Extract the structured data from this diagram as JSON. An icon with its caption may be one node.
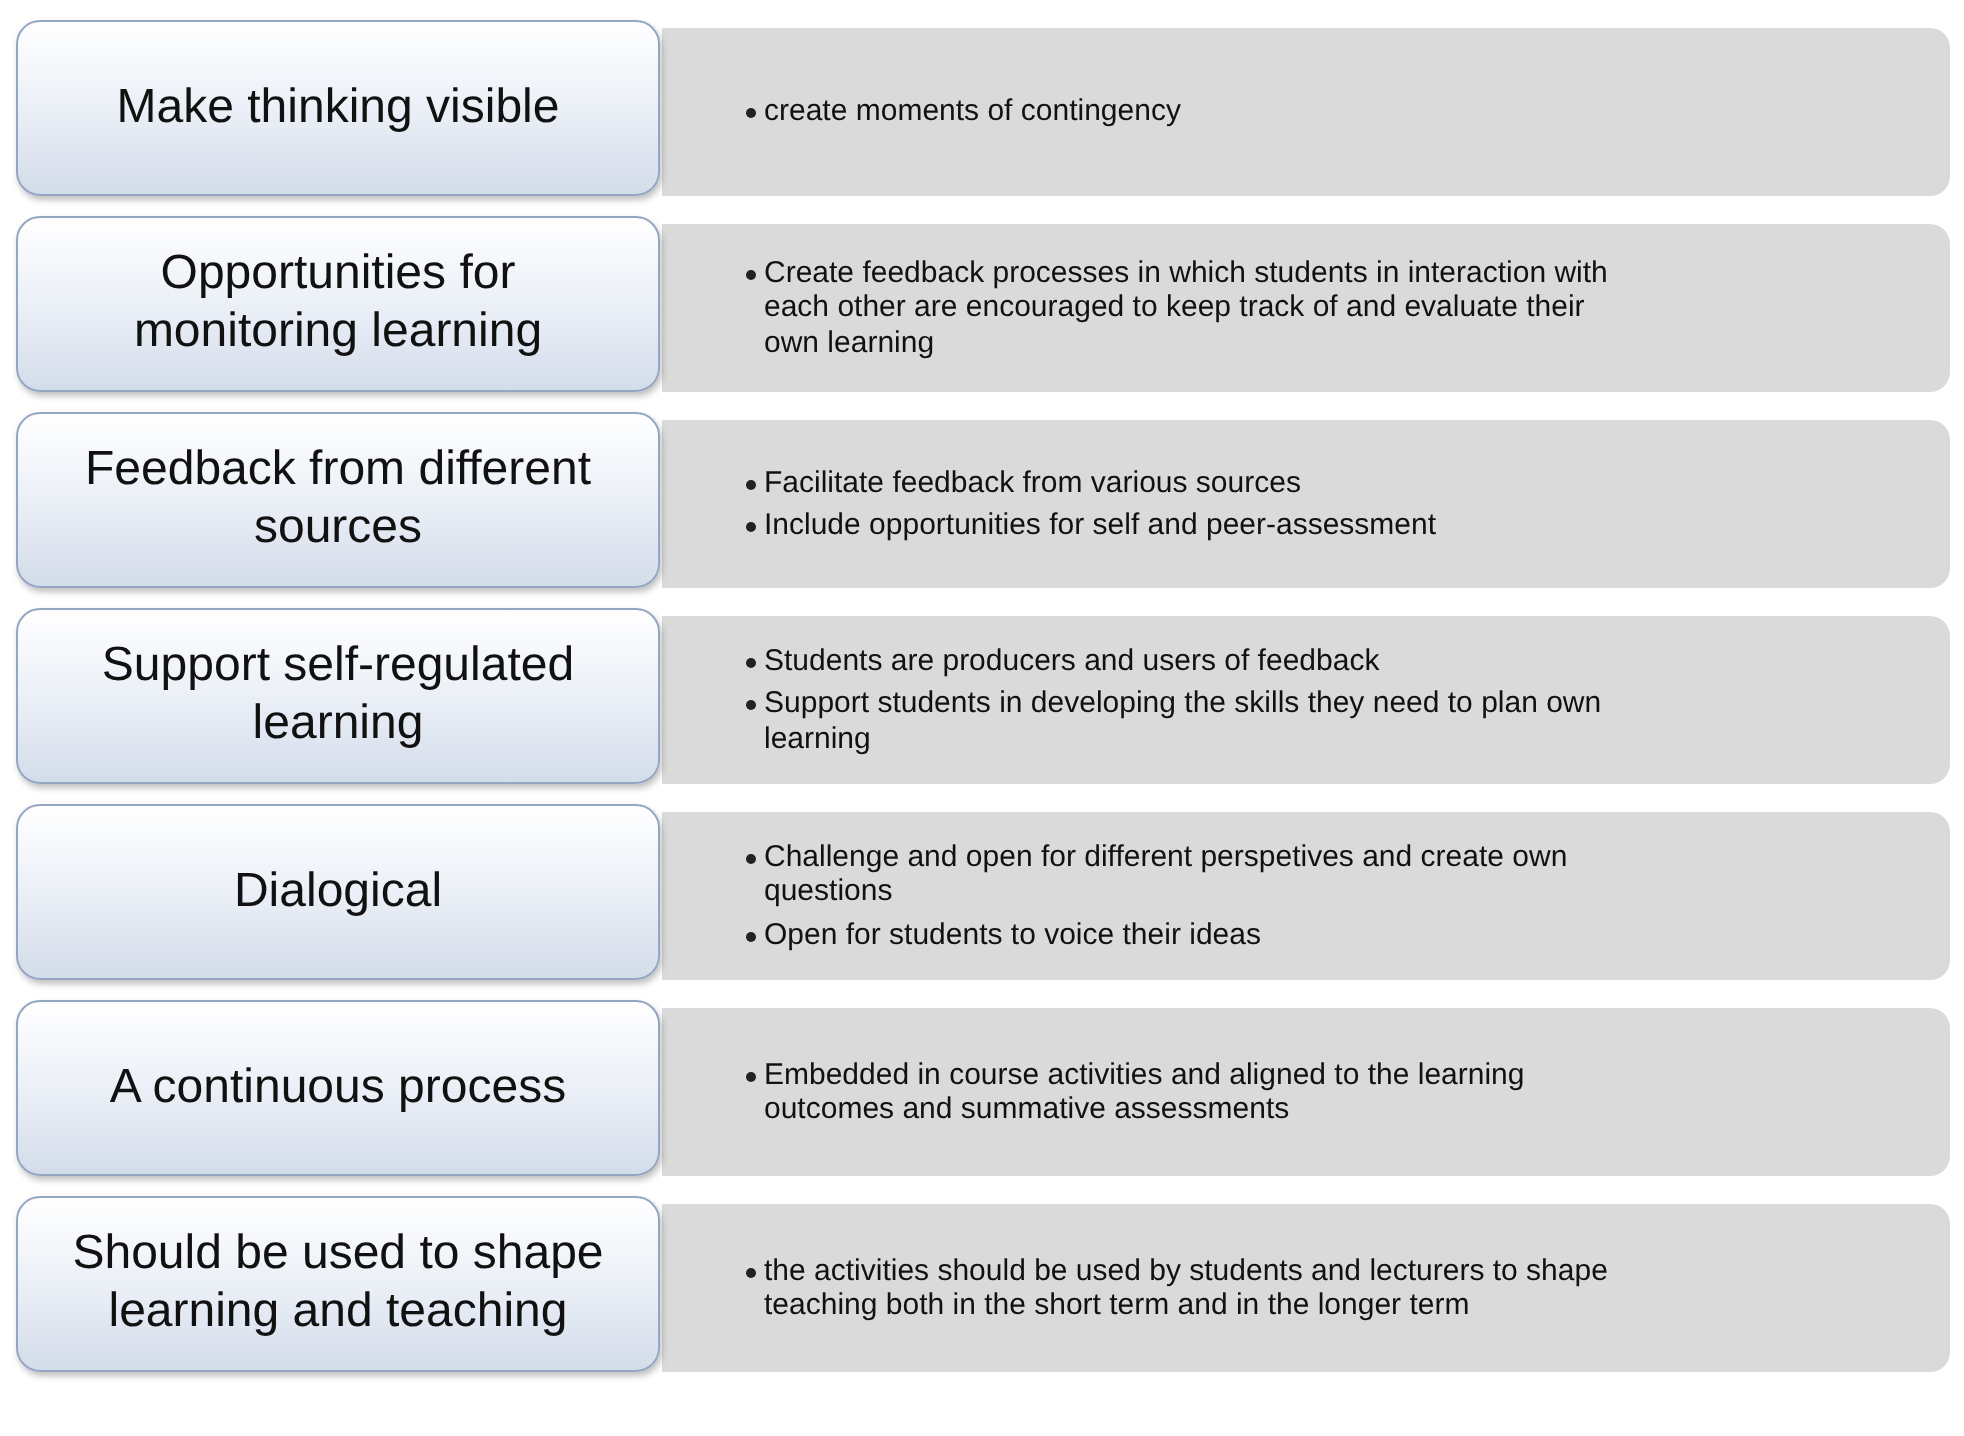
{
  "diagram": {
    "nodes": [
      {
        "text": [
          "Make thinking visible"
        ]
      },
      {
        "text": [
          "create moments of contingency"
        ]
      },
      {
        "text": [
          "Opportunities for monitoring learning"
        ]
      },
      {
        "text": [
          "Create feedback processes in which students in interaction with each other are encouraged to keep track of and evaluate their own learning"
        ]
      },
      {
        "text": [
          "Feedback from different sources"
        ]
      },
      {
        "text": [
          "Facilitate feedback from various sources",
          "Include opportunities for self and peer-assessment"
        ]
      },
      {
        "text": [
          "Support self-regulated learning"
        ]
      },
      {
        "text": [
          "Students are producers and users of feedback",
          "Support students in developing the skills they need to plan own learning"
        ]
      },
      {
        "text": [
          "Dialogical"
        ]
      },
      {
        "text": [
          "Challenge and open for different perspetives and create own questions",
          "Open for students to voice their ideas"
        ]
      },
      {
        "text": [
          "A continuous process"
        ]
      },
      {
        "text": [
          "Embedded in course activities and aligned to the learning outcomes and summative assessments"
        ]
      },
      {
        "text": [
          "Should be used to shape learning and teaching"
        ]
      },
      {
        "text": [
          "the activities should be used by students and lecturers to shape teaching both in the short term and in the longer term"
        ]
      }
    ]
  }
}
